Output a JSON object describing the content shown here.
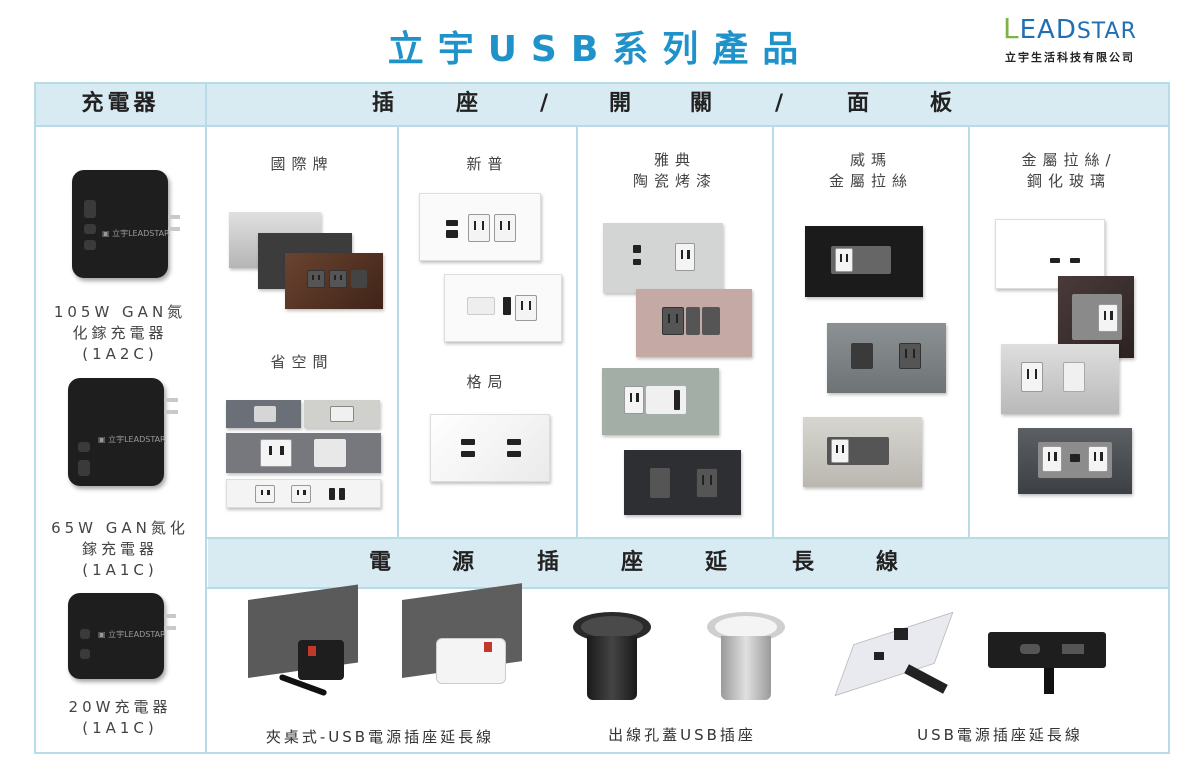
{
  "title": "立宇USB系列產品",
  "logo": {
    "main_L": "L",
    "main_EAD": "EAD",
    "main_STAR": "STAR",
    "sub": "立宇生活科技有限公司"
  },
  "headers": {
    "chargers": "充電器",
    "outlets": [
      "插",
      "座",
      "/",
      "開",
      "關",
      "/",
      "面",
      "板"
    ],
    "extension": [
      "電",
      "源",
      "插",
      "座",
      "延",
      "長",
      "線"
    ]
  },
  "chargers": [
    {
      "line1": "105W GAN氮",
      "line2": "化鎵充電器",
      "line3": "(1A2C)"
    },
    {
      "line1": "65W GAN氮化",
      "line2": "鎵充電器",
      "line3": "(1A1C)"
    },
    {
      "line1": "20W充電器",
      "line2": "(1A1C)"
    }
  ],
  "outlet_columns": {
    "col1_top": "國際牌",
    "col1_bottom": "省空間",
    "col2_top": "新普",
    "col2_bottom": "格局",
    "col3_line1": "雅典",
    "col3_line2": "陶瓷烤漆",
    "col4_line1": "威瑪",
    "col4_line2": "金屬拉絲",
    "col5_line1": "金屬拉絲/",
    "col5_line2": "鋼化玻璃"
  },
  "extension_products": [
    {
      "label": "夾桌式-USB電源插座延長線"
    },
    {
      "label": "出線孔蓋USB插座"
    },
    {
      "label": "USB電源插座延長線"
    }
  ],
  "colors": {
    "title": "#1f93c9",
    "header_bar": "#d8ebf2",
    "border": "#b8dbe8",
    "logo_green": "#7cb342",
    "logo_blue": "#1f6fb2"
  }
}
